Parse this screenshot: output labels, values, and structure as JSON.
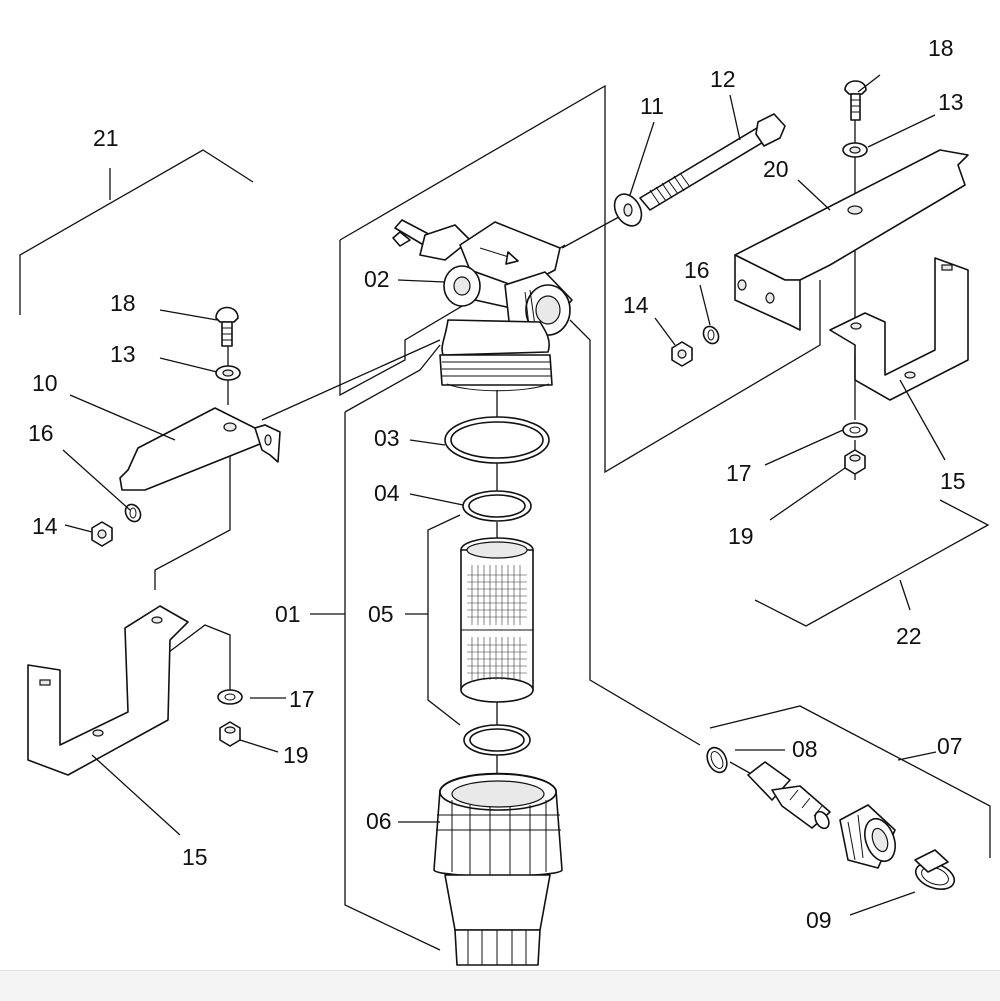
{
  "labels": {
    "l01": "01",
    "l02": "02",
    "l03": "03",
    "l04": "04",
    "l05": "05",
    "l06": "06",
    "l07": "07",
    "l08": "08",
    "l09": "09",
    "l10": "10",
    "l11": "11",
    "l12": "12",
    "l13a": "13",
    "l13b": "13",
    "l14a": "14",
    "l14b": "14",
    "l15a": "15",
    "l15b": "15",
    "l16a": "16",
    "l16b": "16",
    "l17a": "17",
    "l17b": "17",
    "l18a": "18",
    "l18b": "18",
    "l19a": "19",
    "l19b": "19",
    "l20": "20",
    "l21": "21",
    "l22": "22"
  }
}
